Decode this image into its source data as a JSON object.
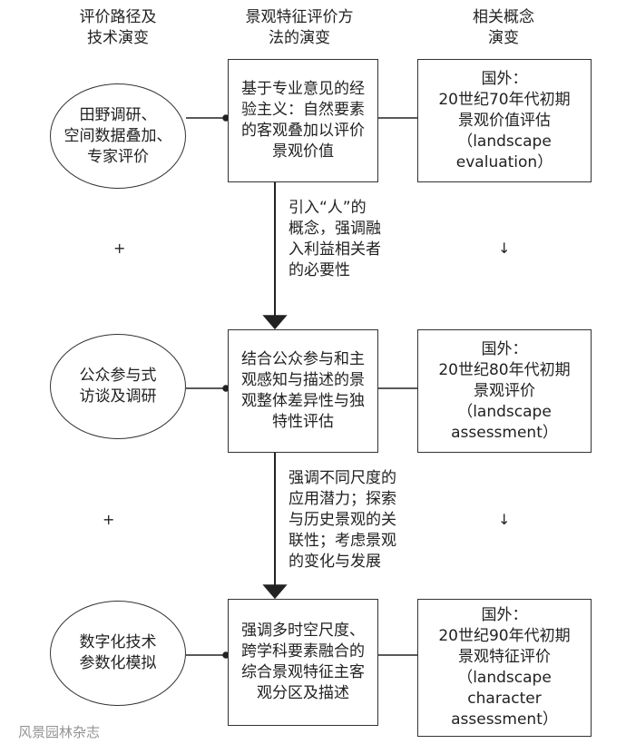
{
  "headers": [
    "评价路径及\n技术演变",
    "景观特征评价方\n法的演变",
    "相关概念\n演变"
  ],
  "rows": [
    {
      "path": "田野调研、\n空间数据叠加、\n专家评价",
      "method": "基于专业意见的经\n验主义：自然要素\n的客观叠加以评价\n景观价值",
      "concept": "国外：\n20世纪70年代初期\n景观价值评估\n（landscape\nevaluation）"
    },
    {
      "path": "公众参与式\n访谈及调研",
      "method": "结合公众参与和主\n观感知与描述的景\n观整体差异性与独\n特性评估",
      "concept": "国外：\n20世纪80年代初期\n景观评价\n（landscape\nassessment）"
    },
    {
      "path": "数字化技术\n参数化模拟",
      "method": "强调多时空尺度、\n跨学科要素融合的\n综合景观特征主客\n观分区及描述",
      "concept": "国外：\n20世纪90年代初期\n景观特征评价\n（landscape\ncharacter\nassessment）"
    }
  ],
  "transitions": [
    "引入“人”的\n概念，强调融\n入利益相关者\n的必要性",
    "强调不同尺度的\n应用潜力；探索\n与历史景观的关\n联性；考虑景观\n的变化与发展"
  ],
  "marks": {
    "plus": "+",
    "down": "↓"
  },
  "watermark": "风景园林杂志"
}
